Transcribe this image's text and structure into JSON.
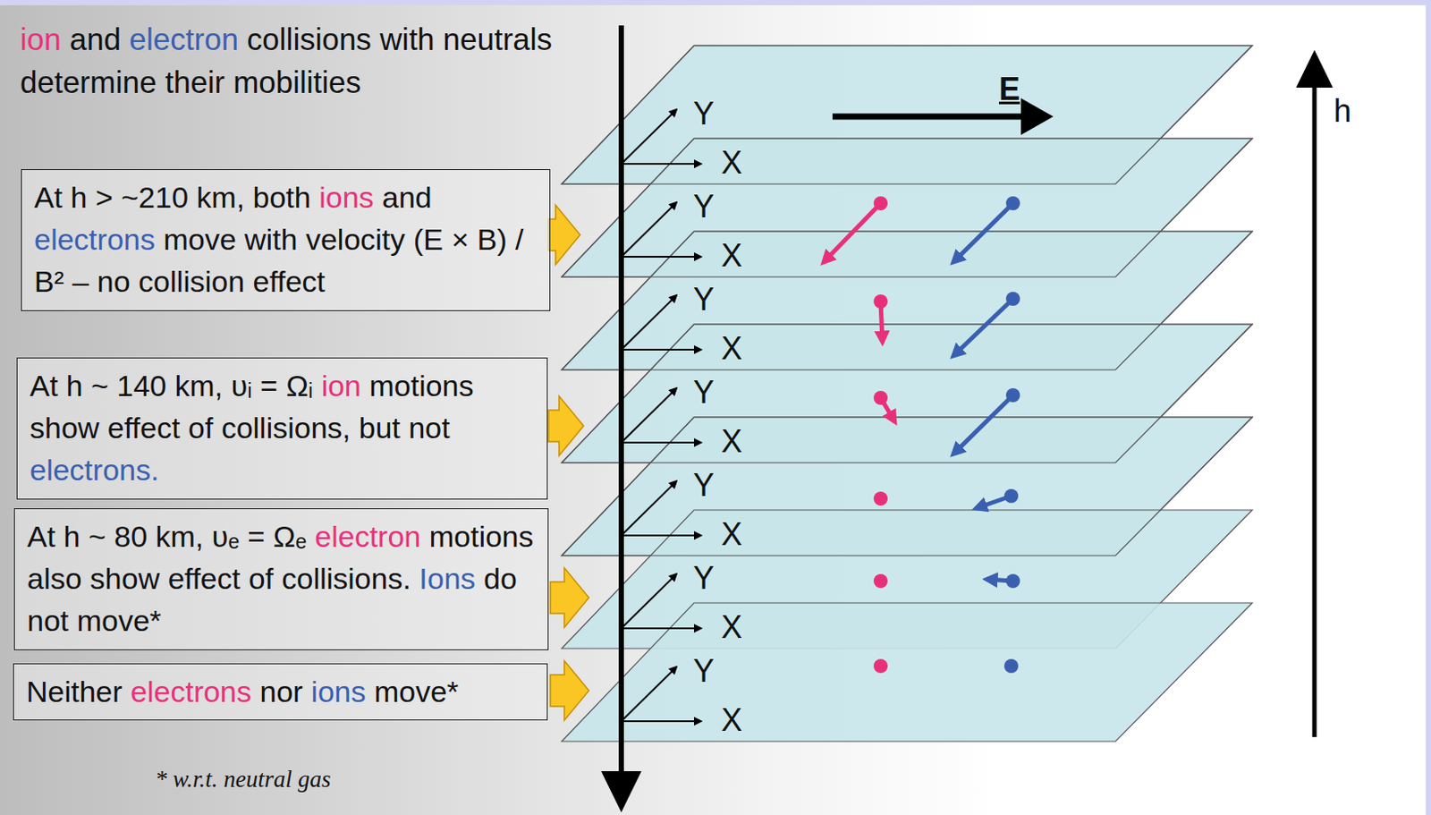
{
  "diagram": {
    "title": "ion and electron collisions with neutrals determine their mobilities",
    "nodes": [
      {
        "text": [
          "At h > ~210 km, both ions and electrons move with velocity (E × B) / B² – no collision effect"
        ]
      },
      {
        "text": [
          "At h ~ 140 km, υᵢ = Ωᵢ ion motions show effect of collisions, but not electrons."
        ]
      },
      {
        "text": [
          "At h ~ 80 km, υₑ = Ωₑ electron motions also show effect of collisions. Ions do not move*"
        ]
      },
      {
        "text": [
          "Neither electrons nor ions move*"
        ]
      }
    ],
    "labels": [
      "Y",
      "X",
      "Y",
      "X",
      "Y",
      "X",
      "Y",
      "X",
      "Y",
      "X",
      "Y",
      "X",
      "Y",
      "X",
      "E",
      "h",
      "* w.r.t. neutral gas"
    ]
  }
}
